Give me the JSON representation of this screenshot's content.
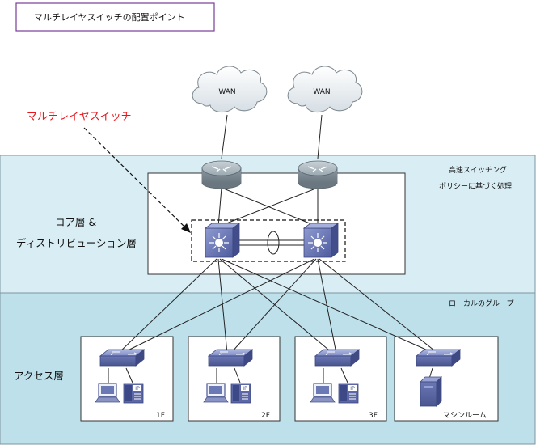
{
  "title": "マルチレイヤスイッチの配置ポイント",
  "callout": "マルチレイヤスイッチ",
  "wan": [
    "WAN",
    "WAN"
  ],
  "core_layer": {
    "label_line1": "コア層 &",
    "label_line2": "ディストリビューション層",
    "note_line1": "高速スイッチング",
    "note_line2": "ポリシーに基づく処理"
  },
  "access_layer": {
    "label": "アクセス層",
    "note": "ローカルのグループ",
    "groups": [
      "1F",
      "2F",
      "3F",
      "マシンルーム"
    ],
    "phone_tag": "IP"
  },
  "colors": {
    "core_band": "#d9eef4",
    "access_band": "#bde0ea",
    "callout": "#e8161b",
    "title_border": "#7a3d98",
    "device_blue": "#6b78b6"
  }
}
